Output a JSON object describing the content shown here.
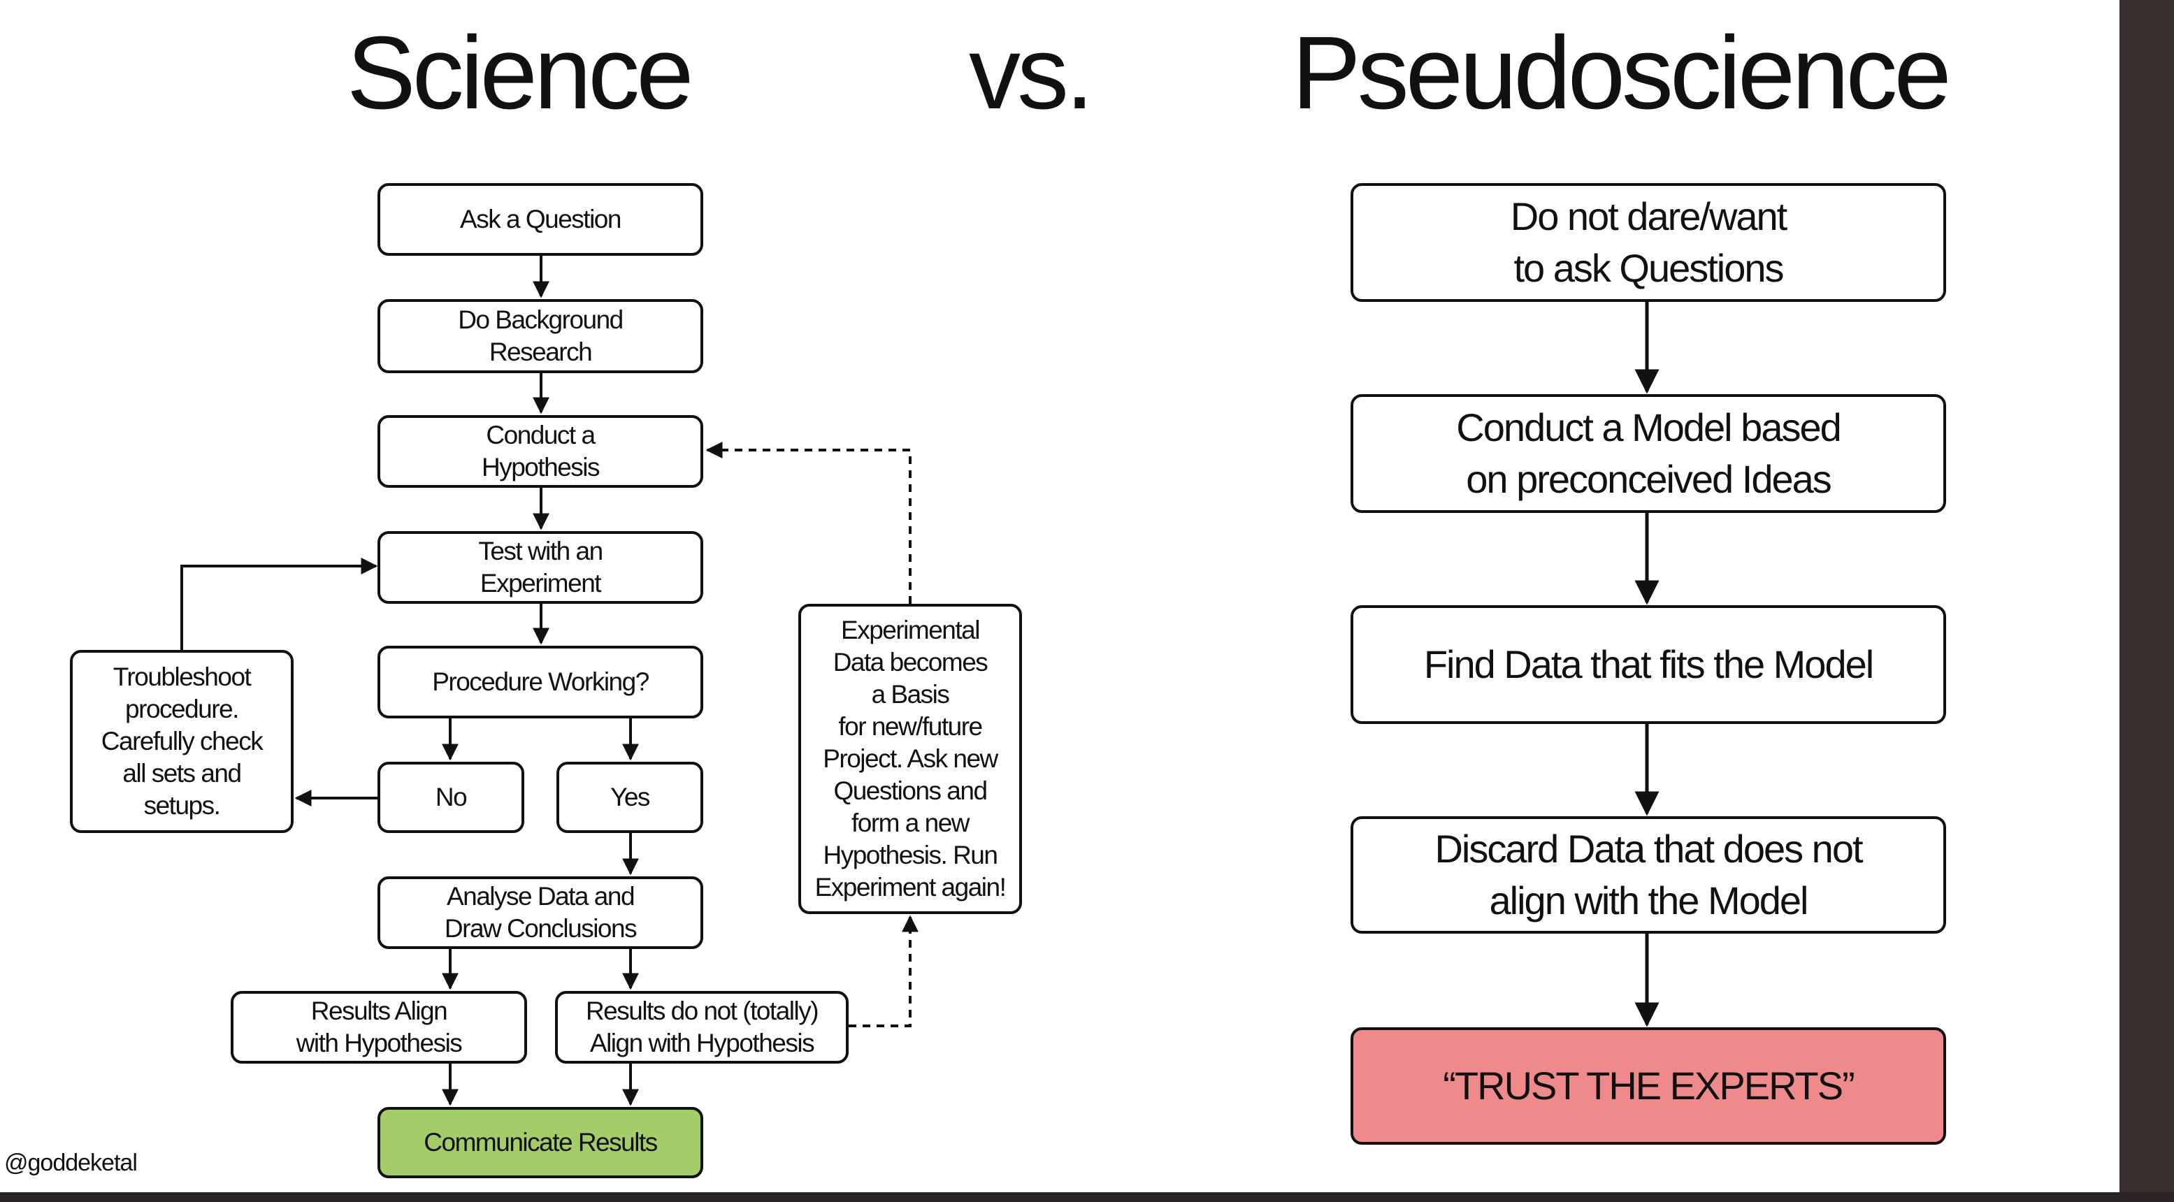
{
  "titles": {
    "science": "Science",
    "vs": "vs.",
    "pseudoscience": "Pseudoscience"
  },
  "science": {
    "ask": "Ask a Question",
    "background": "Do Background\nResearch",
    "hypothesis": "Conduct a\nHypothesis",
    "test": "Test with an\nExperiment",
    "procedure": "Procedure Working?",
    "no": "No",
    "yes": "Yes",
    "troubleshoot": "Troubleshoot\nprocedure.\nCarefully check\nall sets and\nsetups.",
    "analyse": "Analyse Data and\nDraw Conclusions",
    "align": "Results Align\nwith Hypothesis",
    "not_align": "Results do not (totally)\nAlign with Hypothesis",
    "communicate": "Communicate Results",
    "experimental": "Experimental\nData becomes\na Basis\nfor new/future\nProject. Ask new\nQuestions and\nform a new\nHypothesis. Run\nExperiment again!"
  },
  "pseudo": {
    "dont_ask": "Do not dare/want\nto ask Questions",
    "model": "Conduct a Model based\non preconceived Ideas",
    "find": "Find Data that fits the Model",
    "discard": "Discard Data that does not\nalign with the Model",
    "trust": "“TRUST THE EXPERTS”"
  },
  "colors": {
    "communicate_fill": "#a4cc68",
    "trust_fill": "#ef8a8c",
    "frame": "#3a2e2e"
  },
  "footer": {
    "handle": "@goddeketal"
  }
}
